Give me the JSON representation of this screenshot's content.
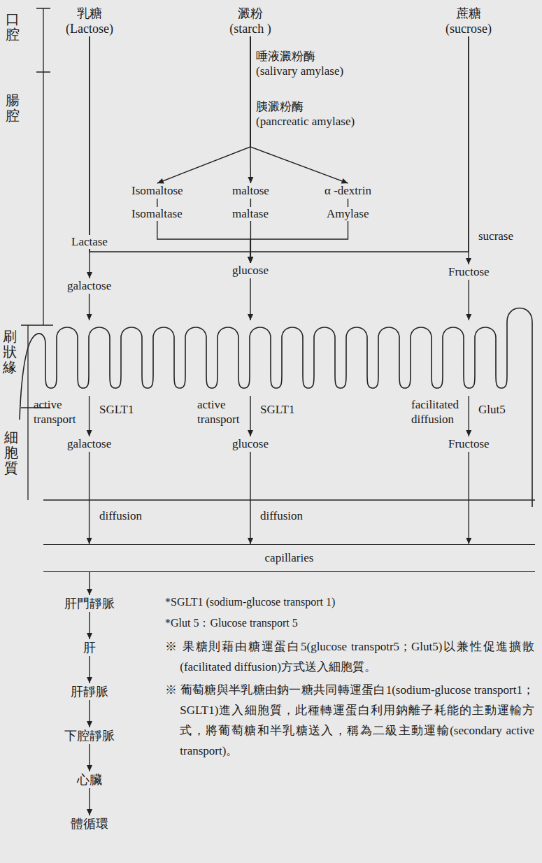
{
  "diagram": {
    "nodes": [
      {
        "text": [
          "乳糖 (Lactose)"
        ]
      },
      {
        "text": [
          "澱粉 (starch )"
        ]
      },
      {
        "text": [
          "蔗糖 (sucrose)"
        ]
      },
      {
        "text": [
          "Isomaltose"
        ]
      },
      {
        "text": [
          "maltose"
        ]
      },
      {
        "text": [
          "α -dextrin"
        ]
      },
      {
        "text": [
          "glucose"
        ]
      },
      {
        "text": [
          "galactose"
        ]
      },
      {
        "text": [
          "Fructose"
        ]
      },
      {
        "text": [
          "galactose"
        ]
      },
      {
        "text": [
          "glucose"
        ]
      },
      {
        "text": [
          "Fructose"
        ]
      },
      {
        "text": [
          "capillaries"
        ]
      },
      {
        "text": [
          "肝門靜脈"
        ]
      },
      {
        "text": [
          "肝"
        ]
      },
      {
        "text": [
          "肝靜脈"
        ]
      },
      {
        "text": [
          "下腔靜脈"
        ]
      },
      {
        "text": [
          "心臟"
        ]
      },
      {
        "text": [
          "體循環"
        ]
      }
    ],
    "edges": [
      {
        "from": 0,
        "to": 7,
        "arrow": "to"
      },
      {
        "from": 0,
        "to": 6,
        "label": "Lactase",
        "arrow": "to"
      },
      {
        "from": 1,
        "to": 3,
        "arrow": "to"
      },
      {
        "from": 1,
        "to": 4,
        "arrow": "to"
      },
      {
        "from": 1,
        "to": 5,
        "arrow": "to"
      },
      {
        "from": 3,
        "to": 6,
        "label": "Isomaltase",
        "arrow": "to"
      },
      {
        "from": 4,
        "to": 6,
        "label": "maltase",
        "arrow": "to"
      },
      {
        "from": 5,
        "to": 6,
        "label": "Amylase",
        "arrow": "to"
      },
      {
        "from": 2,
        "to": 8,
        "arrow": "to"
      },
      {
        "from": 2,
        "to": 6,
        "label": "sucrase",
        "arrow": "to"
      },
      {
        "from": 7,
        "to": 9,
        "label": "SGLT1",
        "arrow": "to"
      },
      {
        "from": 6,
        "to": 10,
        "label": "SGLT1",
        "arrow": "to"
      },
      {
        "from": 8,
        "to": 11,
        "label": "Glut5",
        "arrow": "to"
      },
      {
        "from": 9,
        "to": 12,
        "label": "diffusion",
        "arrow": "to"
      },
      {
        "from": 10,
        "to": 12,
        "label": "diffusion",
        "arrow": "to"
      },
      {
        "from": 11,
        "to": 12,
        "arrow": "to"
      },
      {
        "from": 12,
        "to": 13,
        "arrow": "to"
      },
      {
        "from": 13,
        "to": 14,
        "arrow": "to"
      },
      {
        "from": 14,
        "to": 15,
        "arrow": "to"
      },
      {
        "from": 15,
        "to": 16,
        "arrow": "to"
      },
      {
        "from": 16,
        "to": 17,
        "arrow": "to"
      },
      {
        "from": 17,
        "to": 18,
        "arrow": "to"
      }
    ],
    "labels": [
      "口腔",
      "腸腔",
      "唾液澱粉酶 (salivary amylase)",
      "胰澱粉酶 (pancreatic amylase)",
      "刷狀緣",
      "active transport",
      "active transport",
      "facilitated diffusion",
      "細胞質",
      "*SGLT1 (sodium-glucose transport 1)",
      "*Glut 5：Glucose transport 5",
      "※ 果糖則藉由糖運蛋白5(glucose transpotr5；Glut5)以兼性促進擴散(facilitated diffusion)方式送入細胞質。",
      "※ 葡萄糖與半乳糖由鈉一糖共同轉運蛋白1(sodium-glucose transport1；SGLT1)進入細胞質，此種轉運蛋白利用鈉離子耗能的主動運輸方式，將葡萄糖和半乳糖送入，稱為二級主動運輸(secondary active transport)。"
    ]
  }
}
